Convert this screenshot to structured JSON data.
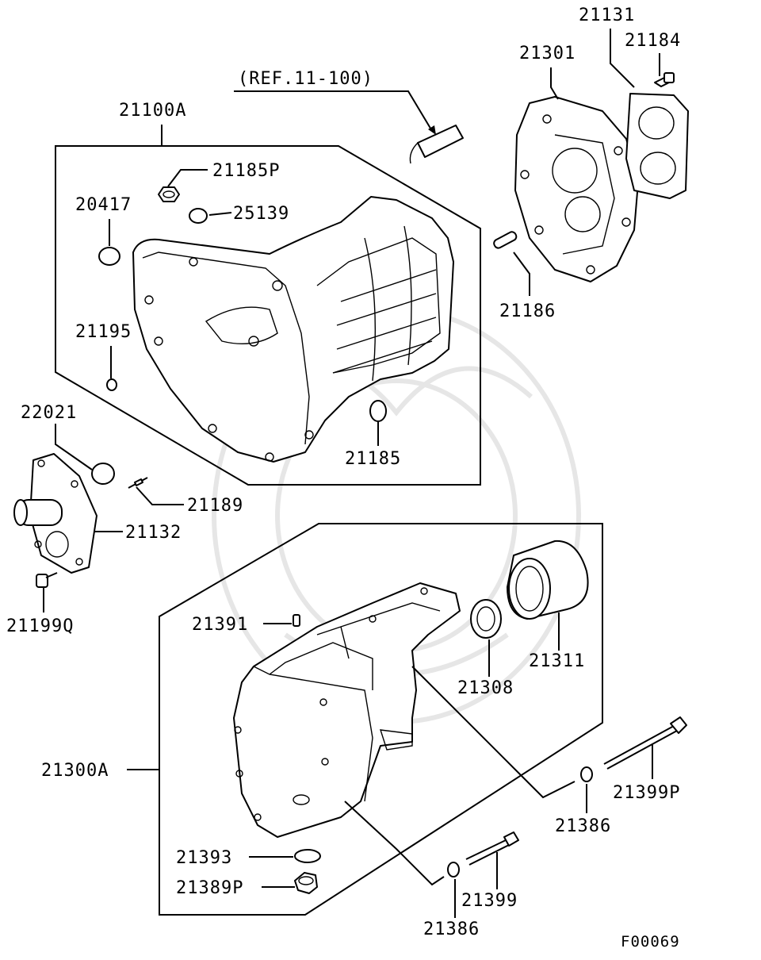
{
  "reference_note": "(REF.11-100)",
  "figure_code": "F00069",
  "parts": {
    "p21131": "21131",
    "p21184": "21184",
    "p21301": "21301",
    "p21100A": "21100A",
    "p21185P": "21185P",
    "p20417": "20417",
    "p25139": "25139",
    "p21186": "21186",
    "p21195": "21195",
    "p22021": "22021",
    "p21185": "21185",
    "p21189": "21189",
    "p21132": "21132",
    "p21199Q": "21199Q",
    "p21391": "21391",
    "p21311": "21311",
    "p21308": "21308",
    "p21300A": "21300A",
    "p21399P": "21399P",
    "p21386a": "21386",
    "p21393": "21393",
    "p21389P": "21389P",
    "p21399": "21399",
    "p21386b": "21386"
  },
  "colors": {
    "line": "#000000",
    "background": "#ffffff",
    "watermark": "#e6e6e6"
  }
}
